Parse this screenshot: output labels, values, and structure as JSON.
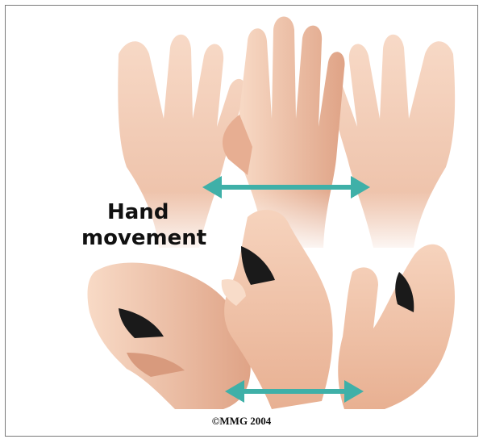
{
  "figure": {
    "caption_line1": "Hand",
    "caption_line2": "movement",
    "copyright": "©MMG 2004"
  },
  "colors": {
    "skin": "#f3c7ad",
    "skin_shadow": "#d99a7c",
    "arrow": "#3fb0a8",
    "frame_border": "#7a7a7a"
  }
}
